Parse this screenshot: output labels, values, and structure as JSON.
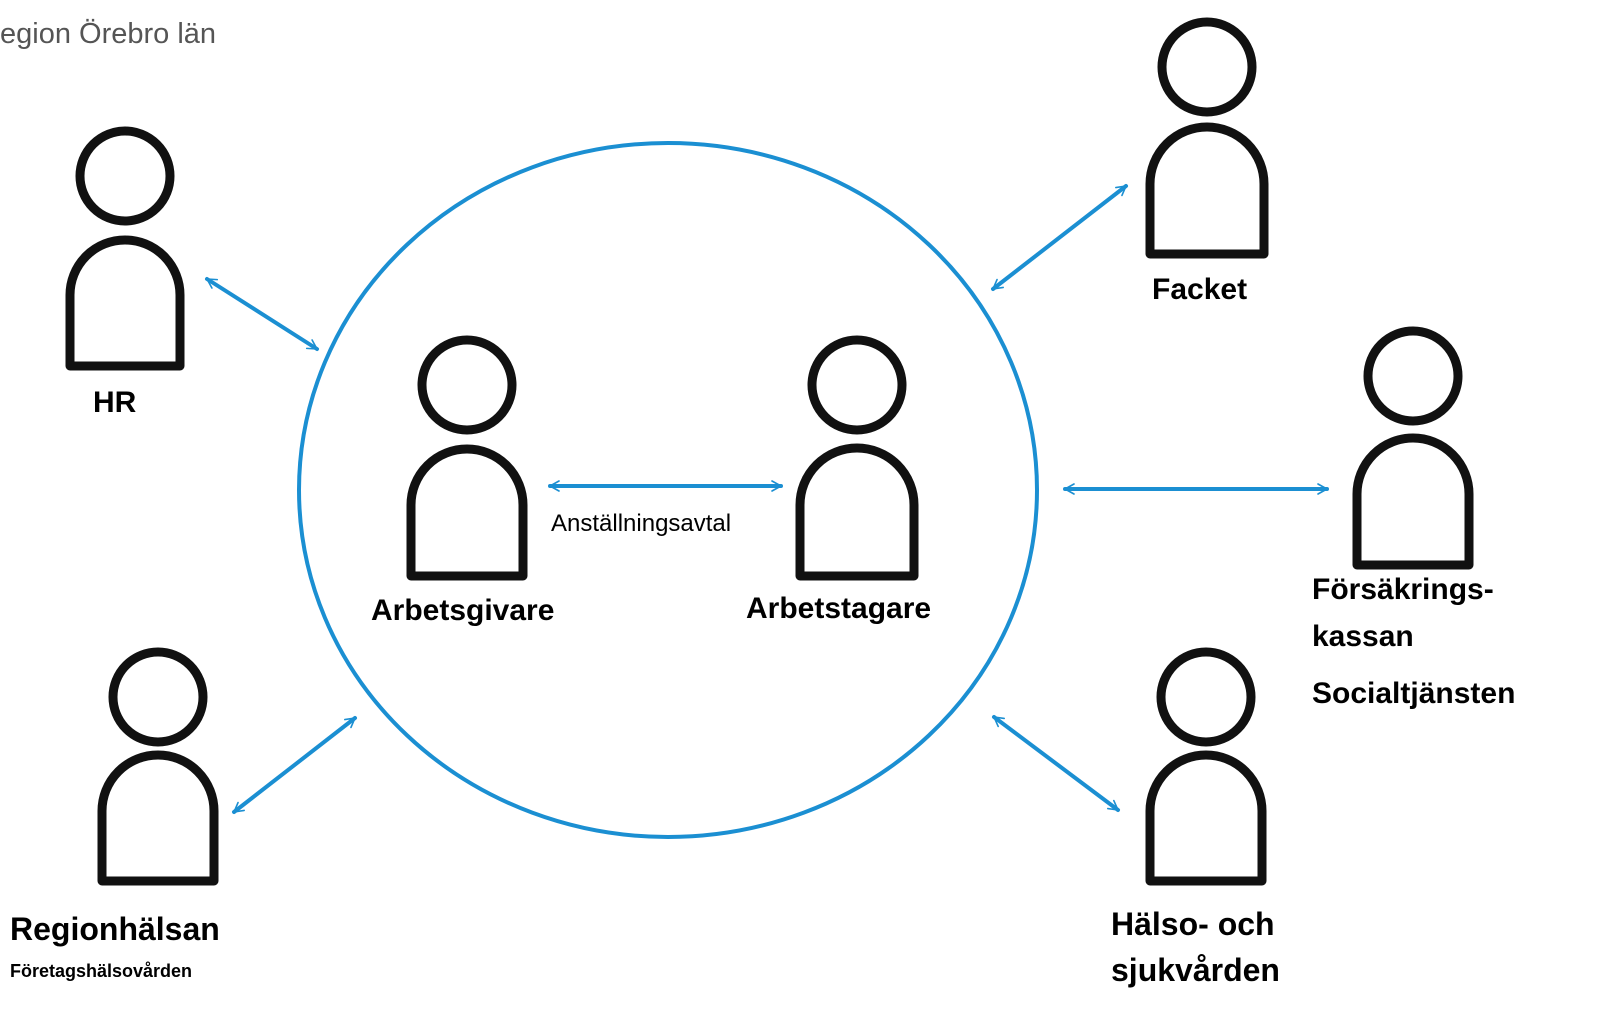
{
  "logo_text": "egion Örebro län",
  "colors": {
    "accent": "#1b8fd2",
    "figure_stroke": "#111111"
  },
  "labels": {
    "hr": "HR",
    "facket": "Facket",
    "arbetsgivare": "Arbetsgivare",
    "arbetstagare": "Arbetstagare",
    "anstallningsavtal": "Anställningsavtal",
    "forsakrings_line1": "Försäkrings-",
    "forsakrings_line2": "kassan",
    "socialtjansten": "Socialtjänsten",
    "regionhalsan": "Regionhälsan",
    "foretagshalsovarden": "Företagshälsovården",
    "halso_line1": "Hälso- och",
    "halso_line2": "sjukvården"
  },
  "icons": [
    "person-icon",
    "double-arrow-icon",
    "circle-boundary"
  ]
}
